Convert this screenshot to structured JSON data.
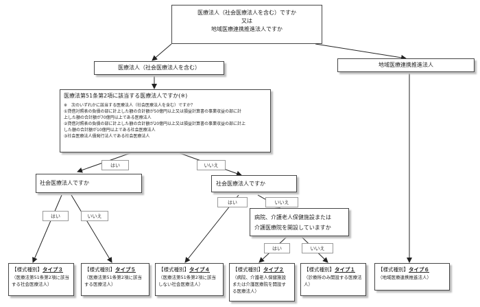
{
  "top": {
    "line1": "医療法人（社会医療法人を含む）ですか",
    "line2": "又は",
    "line3": "地域医療連携推進法人ですか"
  },
  "branch_left": "医療法人（社会医療法人を含む）",
  "branch_right": "地域医療連携推進法人",
  "q_main": {
    "title": "医療法第51条第2項に該当する医療法人ですか(※)",
    "notes": [
      "※　次のいずれかに該当する医療法人（社会医療法人を含む）ですか？",
      "①貸借対照表の負債の部に計上した額の合計額が50億円以上又は損益計算書の事業収益の部に計",
      "上した額の合計額が70億円以上である医療法人",
      "②貸借対照表の負債の部に計上した額の合計額が20億円以上又は損益計算書の事業収益の部に計上",
      "した額の合計額が10億円以上である社会医療法人",
      "③社会医療法人債発行法人である社会医療法人"
    ]
  },
  "labels": {
    "yes": "はい",
    "no": "いいえ"
  },
  "q_social_left": "社会医療法人ですか",
  "q_social_right": "社会医療法人ですか",
  "q_hospital": {
    "line1": "病院、介護老人保健施設または",
    "line2": "介護医療院を開設していますか"
  },
  "results": [
    {
      "prefix": "【様式種別】",
      "type": "タイプ３",
      "note1": "（医療法第51条第2項に該当",
      "note2": "する社会医療法人）"
    },
    {
      "prefix": "【様式種別】",
      "type": "タイプ５",
      "note1": "（医療法第51条第2項に該当",
      "note2": "する医療法人）"
    },
    {
      "prefix": "【様式種別】",
      "type": "タイプ４",
      "note1": "（医療法第51条第2項に該当",
      "note2": "しない社会医療法人）"
    },
    {
      "prefix": "【様式種別】",
      "type": "タイプ２",
      "note1": "（病院、介護老人保健施設",
      "note2": "または介護医療院を開設す",
      "note3": "る医療法人）"
    },
    {
      "prefix": "【様式種別】",
      "type": "タイプ１",
      "note1": "（診療所のみ開設する医療法",
      "note2": "人）"
    },
    {
      "prefix": "【様式種別】",
      "type": "タイプ６",
      "note1": "（地域医療連携推進法人）"
    }
  ]
}
